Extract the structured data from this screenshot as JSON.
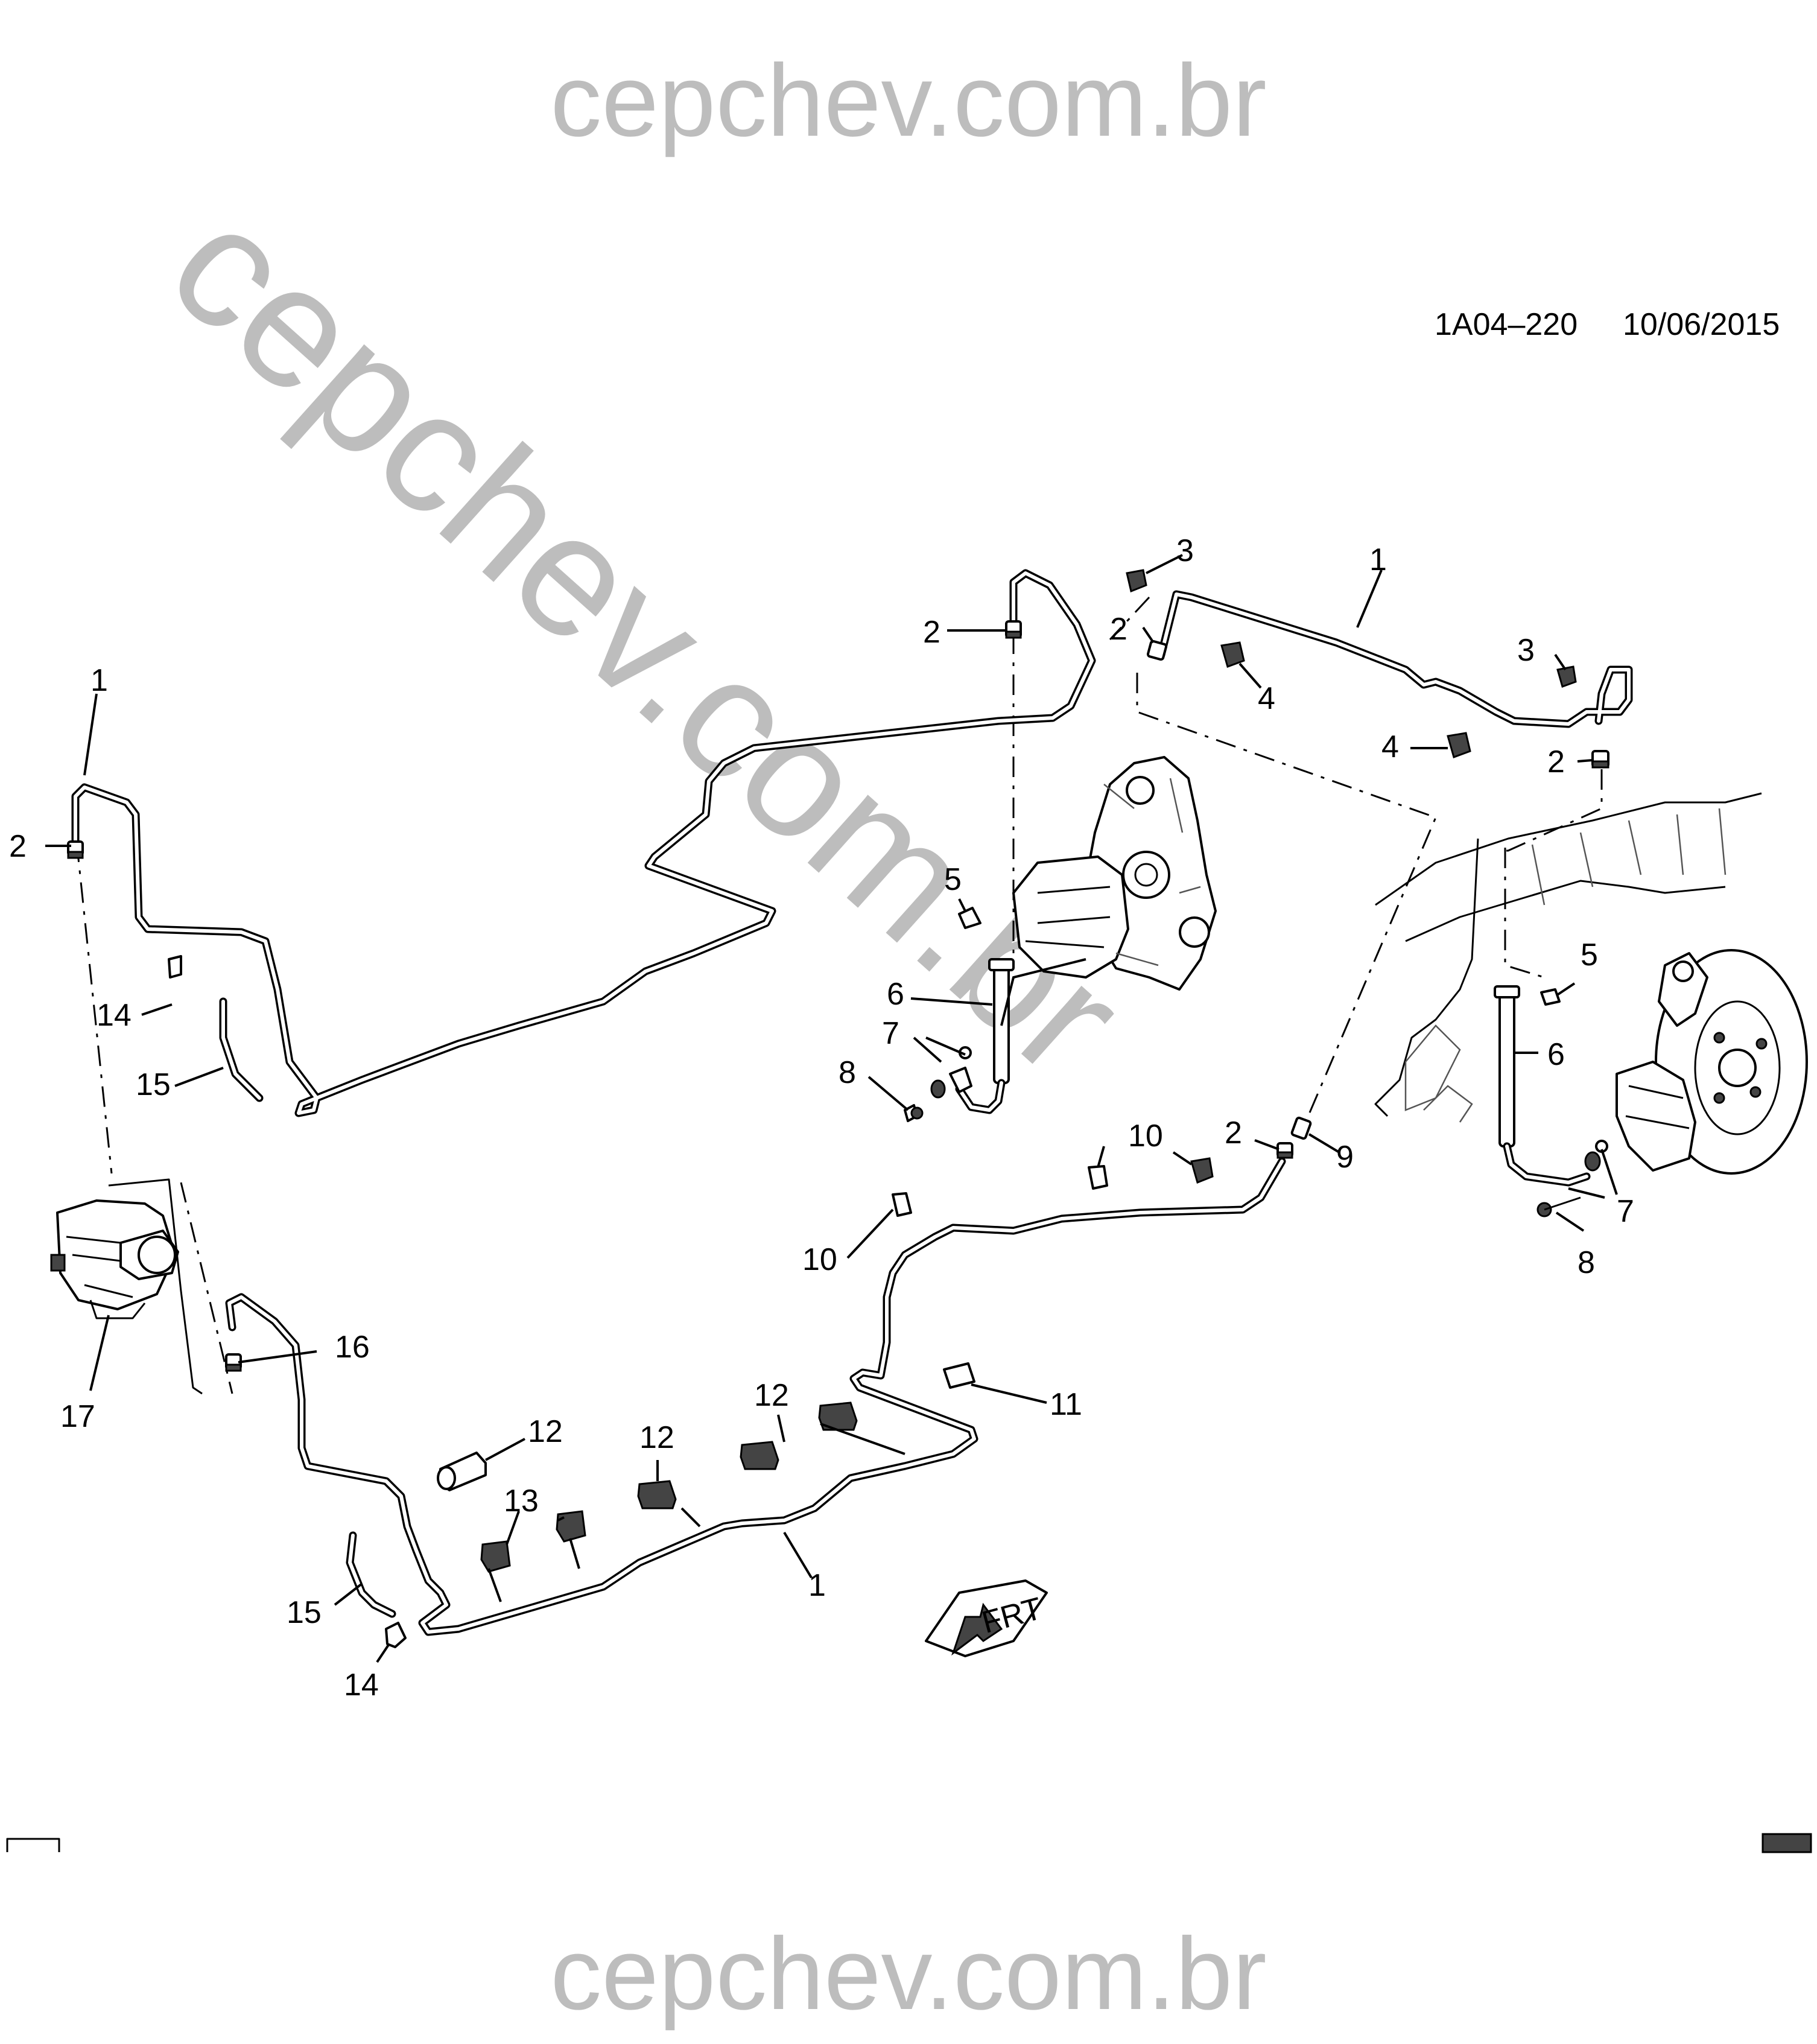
{
  "watermark": {
    "top": "cepchev.com.br",
    "diagonal": "cepchev.com.br",
    "bottom": "cepchev.com.br"
  },
  "header": {
    "diagram_code": "1A04–220",
    "date": "10/06/2015"
  },
  "front_indicator": {
    "label": "FRT",
    "icon": "front-arrow-icon"
  },
  "callouts": [
    {
      "id": "c1a",
      "label": "1"
    },
    {
      "id": "c1b",
      "label": "1"
    },
    {
      "id": "c1c",
      "label": "1"
    },
    {
      "id": "c2a",
      "label": "2"
    },
    {
      "id": "c2b",
      "label": "2"
    },
    {
      "id": "c2c",
      "label": "2"
    },
    {
      "id": "c2d",
      "label": "2"
    },
    {
      "id": "c2e",
      "label": "2"
    },
    {
      "id": "c3a",
      "label": "3"
    },
    {
      "id": "c3b",
      "label": "3"
    },
    {
      "id": "c4a",
      "label": "4"
    },
    {
      "id": "c4b",
      "label": "4"
    },
    {
      "id": "c5a",
      "label": "5"
    },
    {
      "id": "c5b",
      "label": "5"
    },
    {
      "id": "c6a",
      "label": "6"
    },
    {
      "id": "c6b",
      "label": "6"
    },
    {
      "id": "c7a",
      "label": "7"
    },
    {
      "id": "c7b",
      "label": "7"
    },
    {
      "id": "c8a",
      "label": "8"
    },
    {
      "id": "c8b",
      "label": "8"
    },
    {
      "id": "c9",
      "label": "9"
    },
    {
      "id": "c10a",
      "label": "10"
    },
    {
      "id": "c10b",
      "label": "10"
    },
    {
      "id": "c11",
      "label": "11"
    },
    {
      "id": "c12a",
      "label": "12"
    },
    {
      "id": "c12b",
      "label": "12"
    },
    {
      "id": "c12c",
      "label": "12"
    },
    {
      "id": "c13",
      "label": "13"
    },
    {
      "id": "c14a",
      "label": "14"
    },
    {
      "id": "c14b",
      "label": "14"
    },
    {
      "id": "c15a",
      "label": "15"
    },
    {
      "id": "c15b",
      "label": "15"
    },
    {
      "id": "c16",
      "label": "16"
    },
    {
      "id": "c17",
      "label": "17"
    }
  ]
}
